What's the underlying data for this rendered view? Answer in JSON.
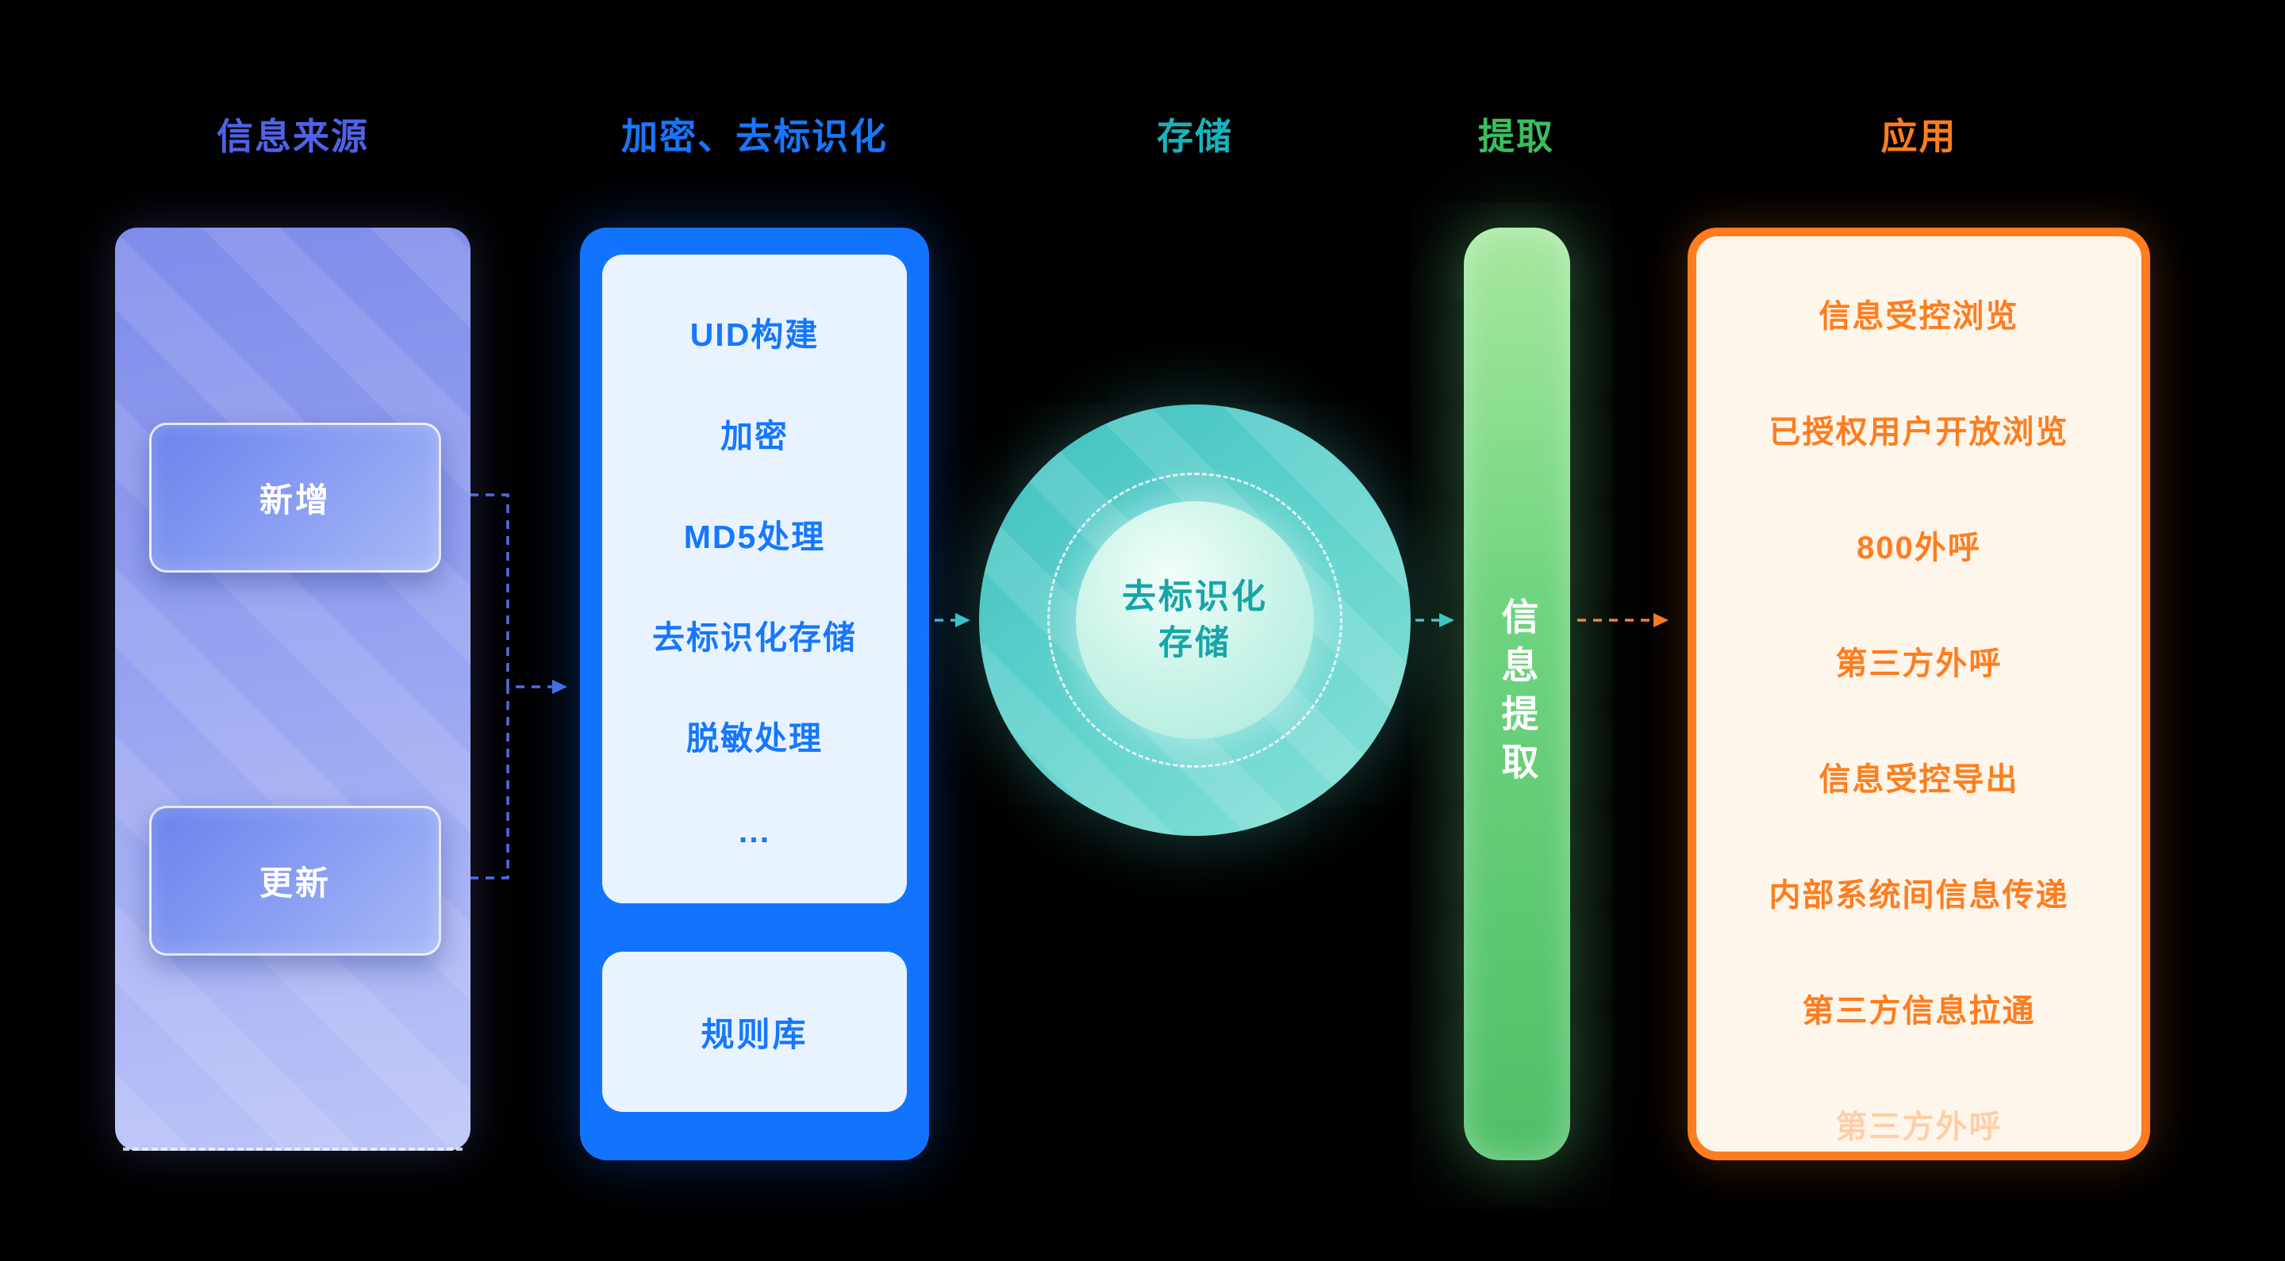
{
  "page": {
    "background": "#000000"
  },
  "headers": {
    "source": {
      "label": "信息来源",
      "color": "#4E63E6"
    },
    "encrypt": {
      "label": "加密、去标识化",
      "color": "#1677FF"
    },
    "storage": {
      "label": "存储",
      "color": "#19B3BC"
    },
    "extract": {
      "label": "提取",
      "color": "#3CBE5F"
    },
    "apply": {
      "label": "应用",
      "color": "#FF7D1F"
    }
  },
  "source_panel": {
    "nodes": [
      {
        "label": "新增"
      },
      {
        "label": "更新"
      }
    ]
  },
  "encrypt_panel": {
    "steps": [
      "UID构建",
      "加密",
      "MD5处理",
      "去标识化存储",
      "脱敏处理",
      "..."
    ],
    "rule_label": "规则库"
  },
  "storage_circle": {
    "label_line1": "去标识化",
    "label_line2": "存储"
  },
  "extract_bar": {
    "label": "信息提取"
  },
  "apply_panel": {
    "items": [
      "信息受控浏览",
      "已授权用户开放浏览",
      "800外呼",
      "第三方外呼",
      "信息受控导出",
      "内部系统间信息传递",
      "第三方信息拉通"
    ],
    "faded_item": "第三方外呼"
  },
  "connectors": {
    "source_to_encrypt": {
      "color": "#4A6FE8",
      "style": "dashed"
    },
    "encrypt_to_storage": {
      "color": "#38C4C8",
      "style": "dashed"
    },
    "storage_to_extract": {
      "color": "#38C4C8",
      "style": "dashed"
    },
    "extract_to_apply": {
      "color": "#FF7D1F",
      "style": "dashed"
    },
    "rules_to_steps": {
      "color": "#38C4C8",
      "style": "dashed"
    }
  }
}
